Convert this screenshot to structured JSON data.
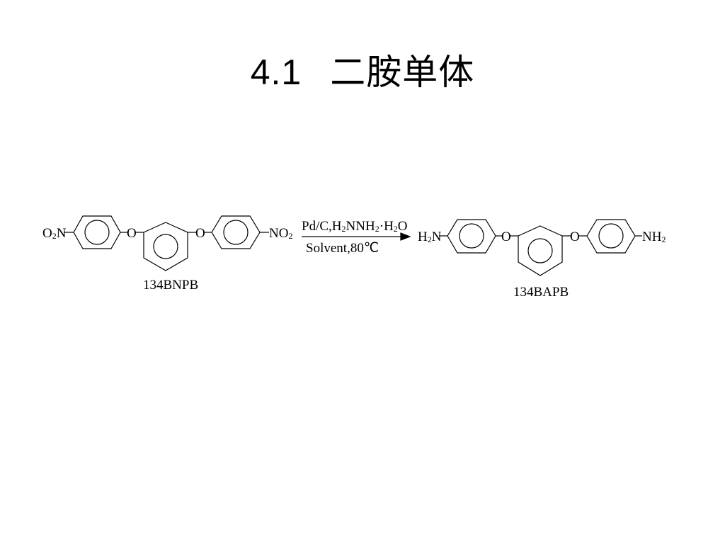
{
  "title": {
    "number": "4.1",
    "text": "二胺单体"
  },
  "reaction": {
    "reactant": {
      "name": "134BNPB",
      "left_group": "O2N",
      "bridge_left": "O",
      "bridge_right": "O",
      "right_group": "NO2"
    },
    "conditions": {
      "reagents": "Pd/C,H2NNH2·H2O",
      "solvent": "Solvent,80℃"
    },
    "product": {
      "name": "134BAPB",
      "left_group": "H2N",
      "bridge_left": "O",
      "bridge_right": "O",
      "right_group": "NH2"
    }
  }
}
